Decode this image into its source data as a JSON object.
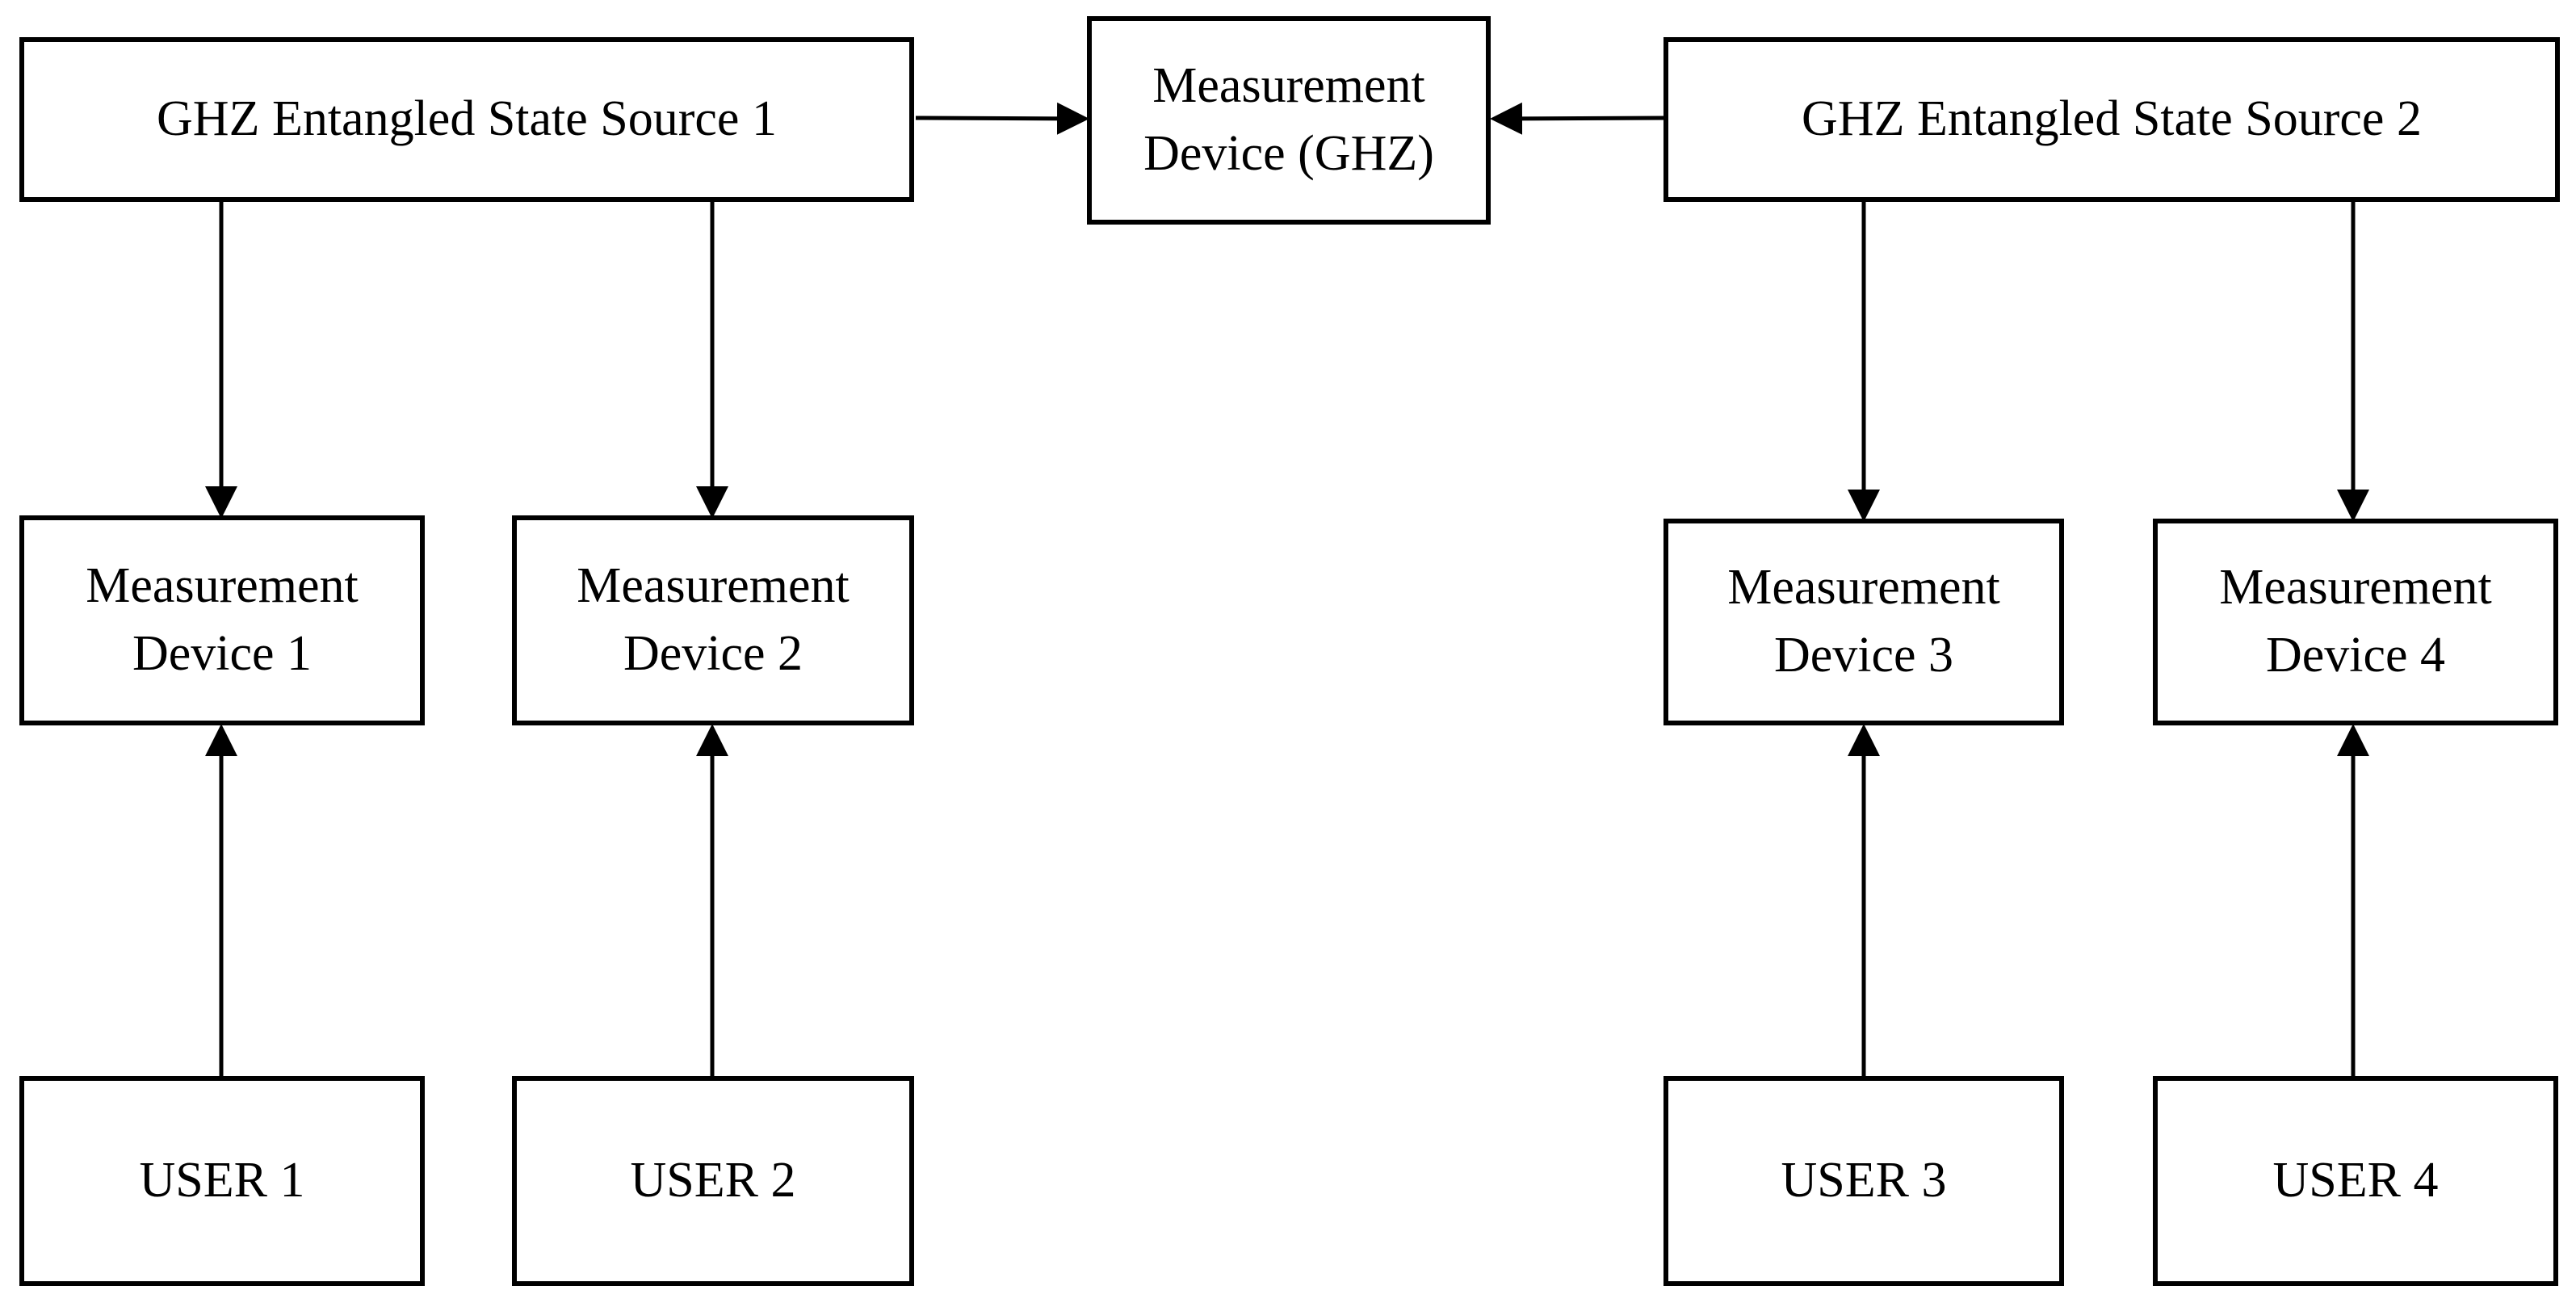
{
  "diagram": {
    "nodes": {
      "source1": "GHZ Entangled State Source 1",
      "source2": "GHZ Entangled State Source 2",
      "ghz_device": "Measurement\nDevice (GHZ)",
      "device1": "Measurement\nDevice 1",
      "device2": "Measurement\nDevice 2",
      "device3": "Measurement\nDevice 3",
      "device4": "Measurement\nDevice 4",
      "user1": "USER 1",
      "user2": "USER 2",
      "user3": "USER 3",
      "user4": "USER 4"
    },
    "edges": [
      {
        "from": "GHZ Entangled State Source 1",
        "to": "Measurement Device (GHZ)"
      },
      {
        "from": "GHZ Entangled State Source 2",
        "to": "Measurement Device (GHZ)"
      },
      {
        "from": "GHZ Entangled State Source 1",
        "to": "Measurement Device 1"
      },
      {
        "from": "GHZ Entangled State Source 1",
        "to": "Measurement Device 2"
      },
      {
        "from": "GHZ Entangled State Source 2",
        "to": "Measurement Device 3"
      },
      {
        "from": "GHZ Entangled State Source 2",
        "to": "Measurement Device 4"
      },
      {
        "from": "USER 1",
        "to": "Measurement Device 1"
      },
      {
        "from": "USER 2",
        "to": "Measurement Device 2"
      },
      {
        "from": "USER 3",
        "to": "Measurement Device 3"
      },
      {
        "from": "USER 4",
        "to": "Measurement Device 4"
      }
    ]
  }
}
